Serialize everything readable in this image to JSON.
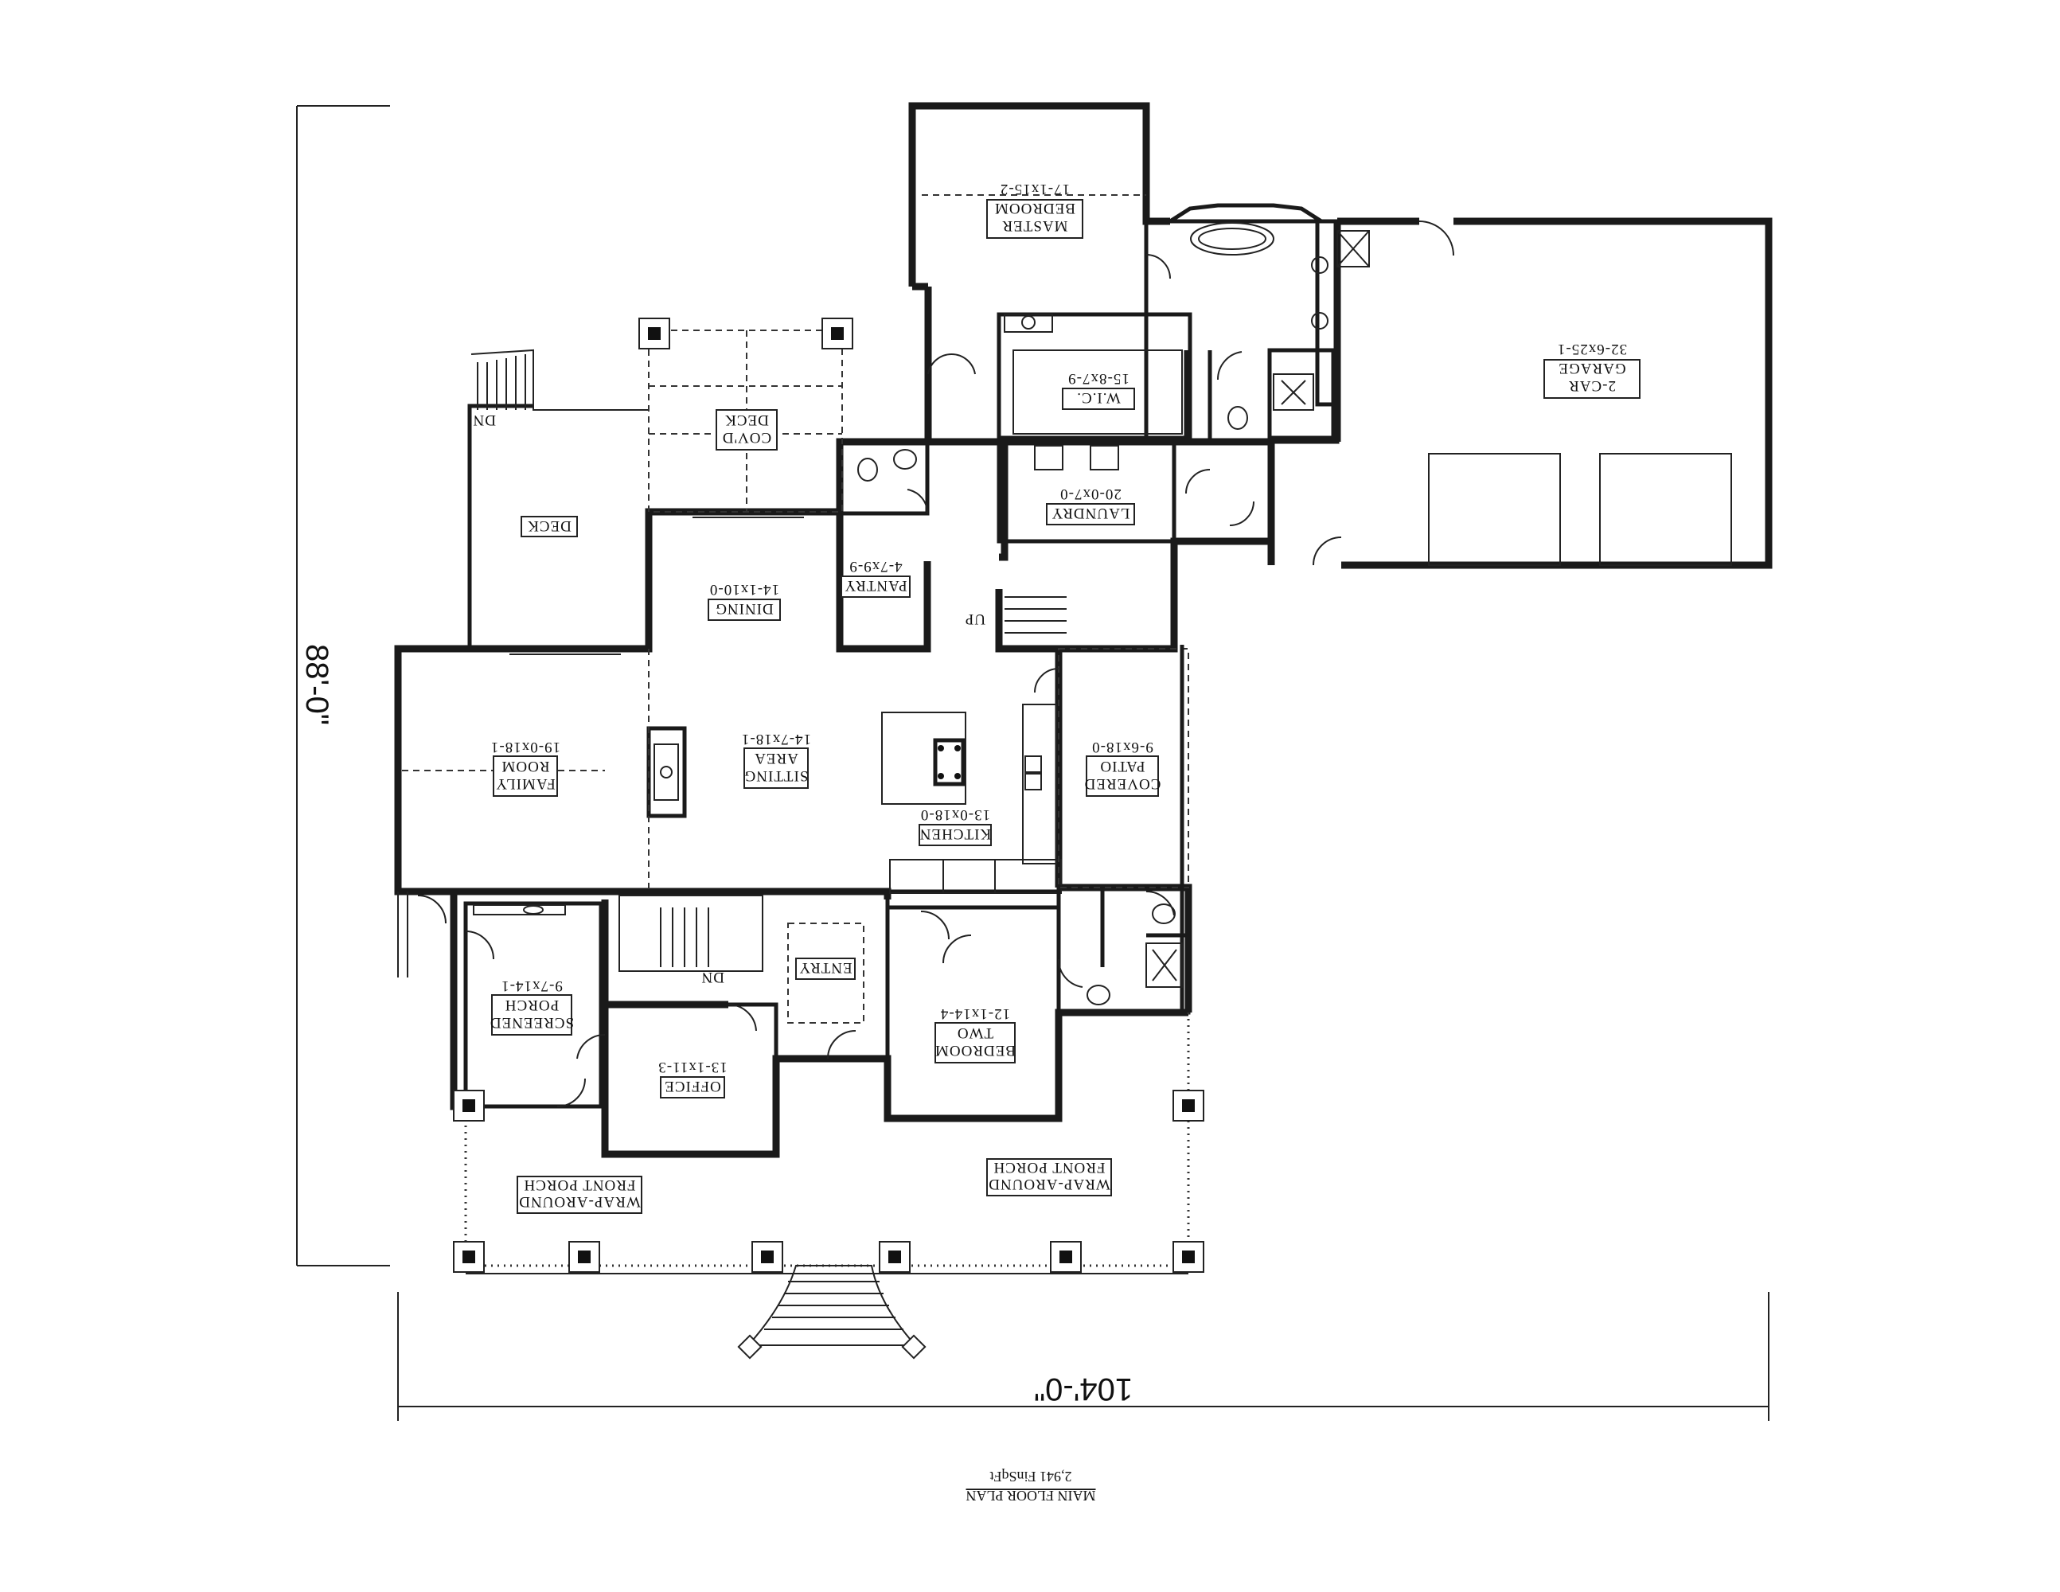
{
  "plan": {
    "title": "MAIN FLOOR PLAN",
    "subtitle": "2,941 FinSqFt",
    "dimensions": {
      "depth": "88'-0\"",
      "width": "104'-0\""
    }
  },
  "rooms": [
    {
      "id": "master",
      "name1": "MASTER",
      "name2": "BEDROOM",
      "size": "17-1x15-2"
    },
    {
      "id": "garage",
      "name1": "2-CAR",
      "name2": "GARAGE",
      "size": "32-6x25-1"
    },
    {
      "id": "wic",
      "name1": "W.I.C.",
      "name2": "",
      "size": "15-8x7-9"
    },
    {
      "id": "covdeck",
      "name1": "COV'D",
      "name2": "DECK",
      "size": ""
    },
    {
      "id": "deck",
      "name1": "DECK",
      "name2": "",
      "size": ""
    },
    {
      "id": "laundry",
      "name1": "LAUNDRY",
      "name2": "",
      "size": "20-0x7-0"
    },
    {
      "id": "pantry",
      "name1": "PANTRY",
      "name2": "",
      "size": "4-7x9-9"
    },
    {
      "id": "dining",
      "name1": "DINING",
      "name2": "",
      "size": "14-1x10-0"
    },
    {
      "id": "family",
      "name1": "FAMILY",
      "name2": "ROOM",
      "size": "19-0x18-1"
    },
    {
      "id": "sitting",
      "name1": "SITTING",
      "name2": "AREA",
      "size": "14-7x18-1"
    },
    {
      "id": "covpatio",
      "name1": "COVERED",
      "name2": "PATIO",
      "size": "9-6x18-0"
    },
    {
      "id": "kitchen",
      "name1": "KITCHEN",
      "name2": "",
      "size": "13-0x18-0"
    },
    {
      "id": "entry",
      "name1": "ENTRY",
      "name2": "",
      "size": ""
    },
    {
      "id": "screened",
      "name1": "SCREENED",
      "name2": "PORCH",
      "size": "9-7x14-1"
    },
    {
      "id": "bedroom2",
      "name1": "BEDROOM",
      "name2": "TWO",
      "size": "12-1x14-4"
    },
    {
      "id": "office",
      "name1": "OFFICE",
      "name2": "",
      "size": "13-1x11-3"
    },
    {
      "id": "porchL",
      "name1": "WRAP-AROUND",
      "name2": "FRONT PORCH",
      "size": ""
    },
    {
      "id": "porchR",
      "name1": "WRAP-AROUND",
      "name2": "FRONT PORCH",
      "size": ""
    }
  ],
  "stair_labels": {
    "dn1": "DN",
    "dn2": "DN",
    "up": "UP"
  }
}
